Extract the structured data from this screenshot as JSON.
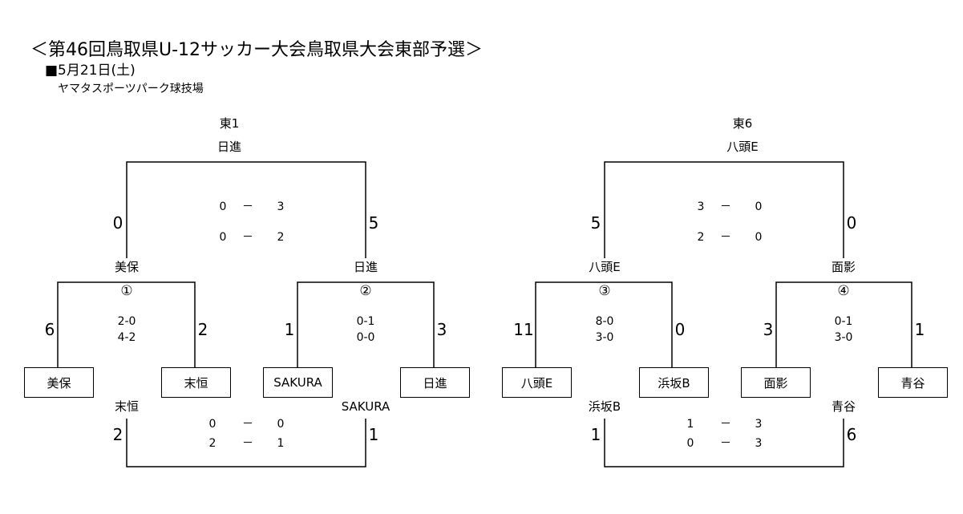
{
  "header": {
    "title": "＜第46回鳥取県U-12サッカー大会鳥取県大会東部予選＞",
    "date": "■5月21日(土)",
    "venue": "ヤマタスポーツパーク球技場"
  },
  "left": {
    "seed_label": "東1",
    "winner": "日進",
    "final_left_score": "0",
    "final_right_score": "5",
    "final_s1": {
      "a": "0",
      "dash": "－",
      "b": "3"
    },
    "final_s2": {
      "a": "0",
      "dash": "－",
      "b": "2"
    },
    "semi_left_winner": "美保",
    "semi_right_winner": "日進",
    "match1": {
      "mark": "①",
      "r1": "2-0",
      "r2": "4-2",
      "left_score": "6",
      "right_score": "2"
    },
    "match2": {
      "mark": "②",
      "r1": "0-1",
      "r2": "0-0",
      "left_score": "1",
      "right_score": "3"
    },
    "teams": [
      "美保",
      "末恒",
      "SAKURA",
      "日進"
    ],
    "third_left": "末恒",
    "third_right": "SAKURA",
    "third_left_score": "2",
    "third_right_score": "1",
    "third_s1": {
      "a": "0",
      "dash": "－",
      "b": "0"
    },
    "third_s2": {
      "a": "2",
      "dash": "－",
      "b": "1"
    }
  },
  "right": {
    "seed_label": "東6",
    "winner": "八頭E",
    "final_left_score": "5",
    "final_right_score": "0",
    "final_s1": {
      "a": "3",
      "dash": "－",
      "b": "0"
    },
    "final_s2": {
      "a": "2",
      "dash": "－",
      "b": "0"
    },
    "semi_left_winner": "八頭E",
    "semi_right_winner": "面影",
    "match3": {
      "mark": "③",
      "r1": "8-0",
      "r2": "3-0",
      "left_score": "11",
      "right_score": "0"
    },
    "match4": {
      "mark": "④",
      "r1": "0-1",
      "r2": "3-0",
      "left_score": "3",
      "right_score": "1"
    },
    "teams": [
      "八頭E",
      "浜坂B",
      "面影",
      "青谷"
    ],
    "third_left": "浜坂B",
    "third_right": "青谷",
    "third_left_score": "1",
    "third_right_score": "6",
    "third_s1": {
      "a": "1",
      "dash": "－",
      "b": "3"
    },
    "third_s2": {
      "a": "0",
      "dash": "－",
      "b": "3"
    }
  }
}
